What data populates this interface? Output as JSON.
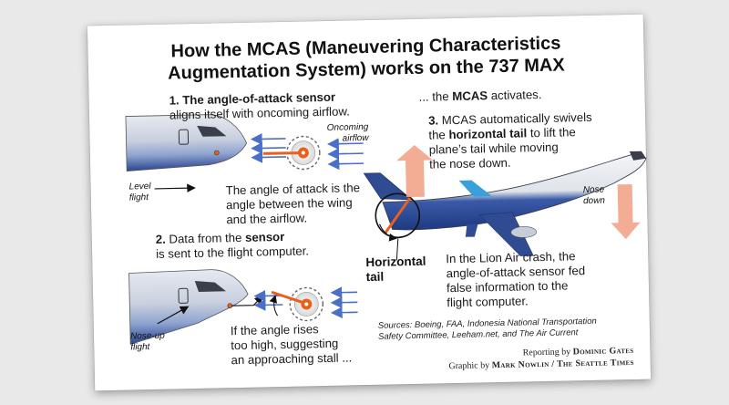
{
  "title_line1": "How the MCAS (Maneuvering Characteristics",
  "title_line2": "Augmentation System) works on the 737 MAX",
  "step1": {
    "num": "1.",
    "bold": "The angle-of-attack sensor",
    "rest": "aligns itself with oncoming airflow.",
    "oncoming_line1": "Oncoming",
    "oncoming_line2": "airflow",
    "level_line1": "Level",
    "level_line2": "flight",
    "aoa_line1": "The angle of attack is the",
    "aoa_line2": "angle between the wing",
    "aoa_line3": "and the airflow."
  },
  "step2": {
    "num": "2.",
    "pre": "Data from the",
    "bold": "sensor",
    "rest": "is sent to the flight computer.",
    "noseup_line1": "Nose-up",
    "noseup_line2": "flight",
    "stall_line1": "If the angle rises",
    "stall_line2": "too high, suggesting",
    "stall_line3": "an approaching stall ..."
  },
  "step3": {
    "activates_pre": "... the",
    "activates_bold": "MCAS",
    "activates_post": "activates.",
    "num": "3.",
    "line1": "MCAS automatically swivels",
    "line2_pre": "the",
    "line2_bold": "horizontal tail",
    "line2_post": "to lift the",
    "line3": "plane’s tail while moving",
    "line4": "the nose down.",
    "nose_down_line1": "Nose",
    "nose_down_line2": "down",
    "tail_line1": "Horizontal",
    "tail_line2": "tail"
  },
  "lion_air": {
    "line1": "In the Lion Air crash, the",
    "line2": "angle-of-attack sensor fed",
    "line3": "false information to the",
    "line4": "flight computer."
  },
  "sources": {
    "line1": "Sources: Boeing, FAA, Indonesia National Transportation",
    "line2": "Safety Committee, Leeham.net, and The Air Current"
  },
  "credits": {
    "reporting_label": "Reporting by",
    "reporter": "Dominic Gates",
    "graphic_label": "Graphic by",
    "graphic_by": "Mark Nowlin / The Seattle Times"
  },
  "colors": {
    "fuselage_top": "#d6dbe6",
    "fuselage_belly": "#2f4b92",
    "airflow_arrow": "#4a6fc7",
    "sensor_vane": "#e8601c",
    "lift_arrow": "#f2a48a"
  }
}
